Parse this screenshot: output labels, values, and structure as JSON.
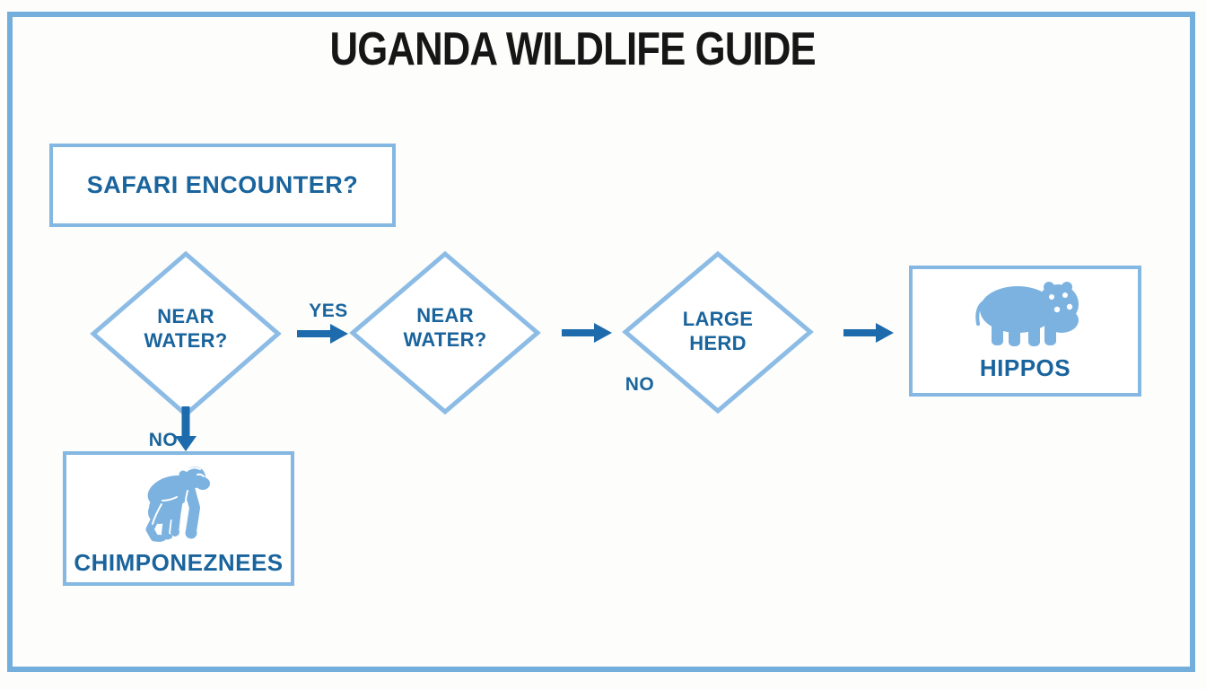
{
  "title": "UGANDA WILDLIFE GUIDE",
  "start": {
    "label": "SAFARI ENCOUNTER?"
  },
  "decisions": [
    {
      "label": "NEAR WATER?"
    },
    {
      "label": "NEAR WATER?"
    },
    {
      "label": "LARGE HERD"
    }
  ],
  "edges": [
    {
      "label": "YES"
    },
    {
      "label": "NO"
    },
    {
      "label": "NO"
    }
  ],
  "results": [
    {
      "label": "HIPPOS",
      "icon": "hippo-icon"
    },
    {
      "label": "CHIMPONEZNEES",
      "icon": "chimpanzee-icon"
    }
  ],
  "colors": {
    "frame_border": "#74aedc",
    "box_border": "#84b7e1",
    "diamond_stroke": "#8cbce5",
    "text_blue": "#1a649d",
    "arrow_blue": "#1d6bac",
    "icon_blue": "#7cb2df",
    "title_black": "#161616",
    "background": "#fdfdfb"
  }
}
